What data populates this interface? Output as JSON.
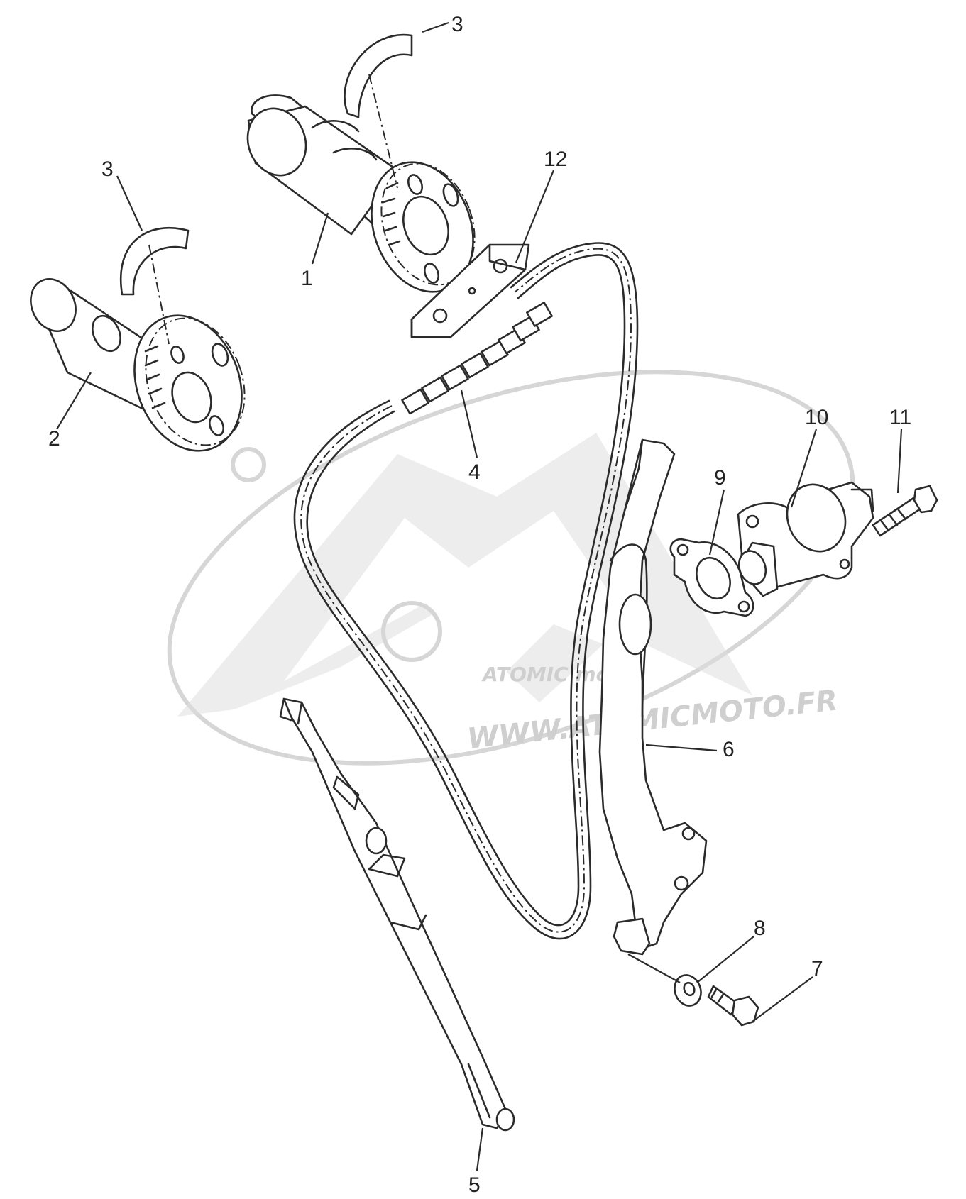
{
  "diagram": {
    "callouts": {
      "c1": "1",
      "c2": "2",
      "c3a": "3",
      "c3b": "3",
      "c4": "4",
      "c5": "5",
      "c6": "6",
      "c7": "7",
      "c8": "8",
      "c9": "9",
      "c10": "10",
      "c11": "11",
      "c12": "12"
    },
    "watermark": {
      "brand_logo_text": "ATOMIC moto",
      "url": "WWW.ATOMICMOTO.FR"
    }
  }
}
